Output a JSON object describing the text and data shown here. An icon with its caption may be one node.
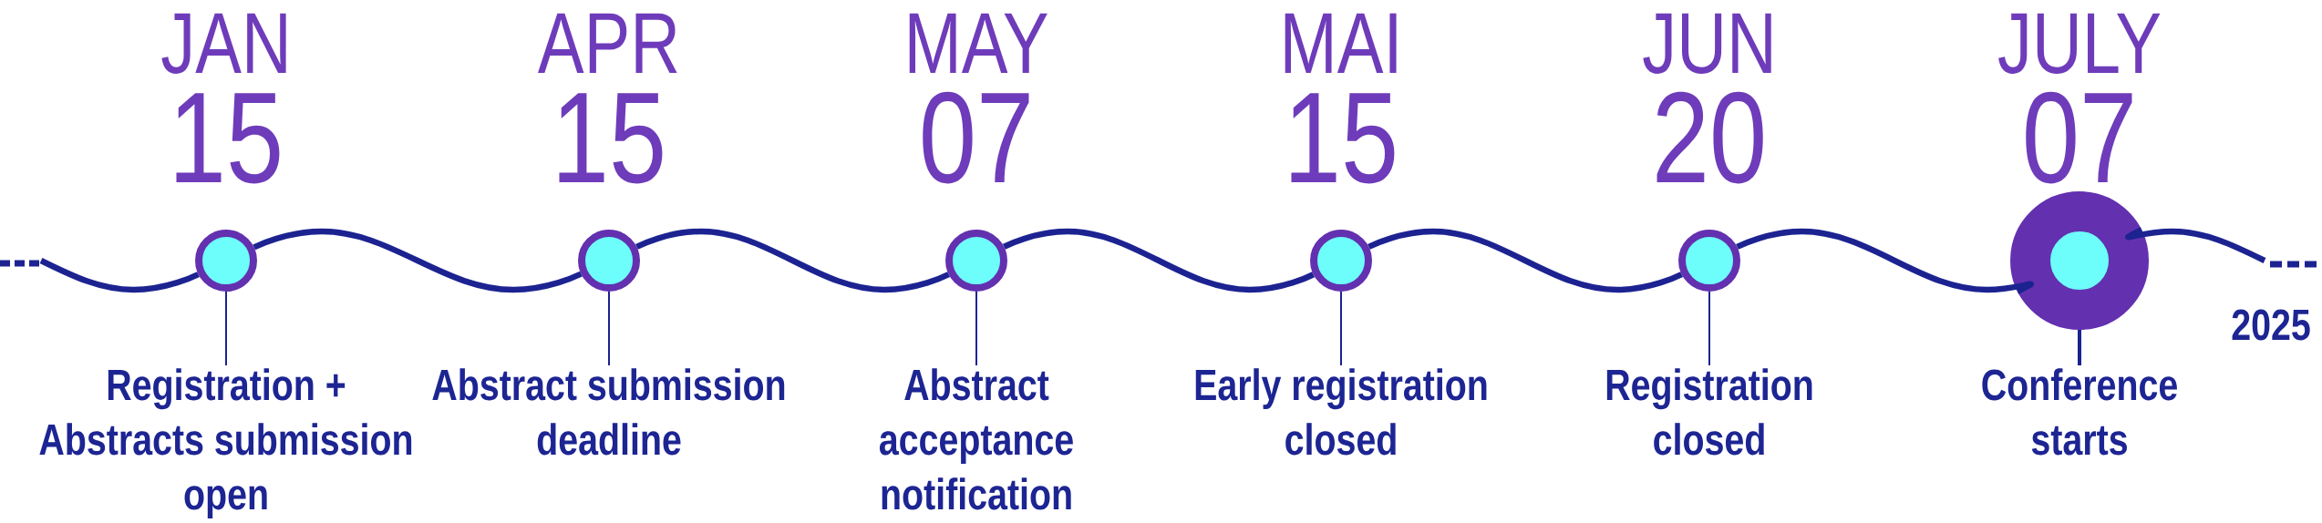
{
  "diagram": {
    "nodes": [
      {
        "text": [],
        "shape": "circle",
        "beside": [
          "JAN",
          "15"
        ]
      },
      {
        "text": [],
        "shape": "circle",
        "beside": [
          "APR",
          "15"
        ]
      },
      {
        "text": [],
        "shape": "circle",
        "beside": [
          "MAY",
          "07"
        ]
      },
      {
        "text": [],
        "shape": "circle",
        "beside": [
          "MAI",
          "15"
        ]
      },
      {
        "text": [],
        "shape": "circle",
        "beside": [
          "JUN",
          "20"
        ]
      },
      {
        "text": [],
        "shape": "circle",
        "beside": [
          "JULY",
          "07"
        ]
      },
      {
        "text": [
          "Registration + Abstracts submission open"
        ]
      },
      {
        "text": [
          "Abstract submission deadline"
        ]
      },
      {
        "text": [
          "Abstract acceptance notification"
        ]
      },
      {
        "text": [
          "Early registration closed"
        ]
      },
      {
        "text": [
          "Registration closed"
        ]
      },
      {
        "text": [
          "Conference starts"
        ]
      }
    ],
    "edges": [
      {
        "from": null,
        "to": 0,
        "arrow": "none"
      },
      {
        "from": 0,
        "to": 1,
        "arrow": "none"
      },
      {
        "from": 1,
        "to": 2,
        "arrow": "none"
      },
      {
        "from": 2,
        "to": 3,
        "arrow": "none"
      },
      {
        "from": 3,
        "to": 4,
        "arrow": "none"
      },
      {
        "from": 4,
        "to": 5,
        "arrow": "none"
      },
      {
        "from": 5,
        "to": null,
        "arrow": "none"
      },
      {
        "from": 6,
        "to": 0,
        "arrow": "none"
      },
      {
        "from": 7,
        "to": 1,
        "arrow": "none"
      },
      {
        "from": 8,
        "to": 2,
        "arrow": "none"
      },
      {
        "from": 9,
        "to": 3,
        "arrow": "none"
      },
      {
        "from": 10,
        "to": 4,
        "arrow": "none"
      },
      {
        "from": 11,
        "to": 5,
        "arrow": "none"
      }
    ],
    "labels": [
      "2025"
    ]
  }
}
